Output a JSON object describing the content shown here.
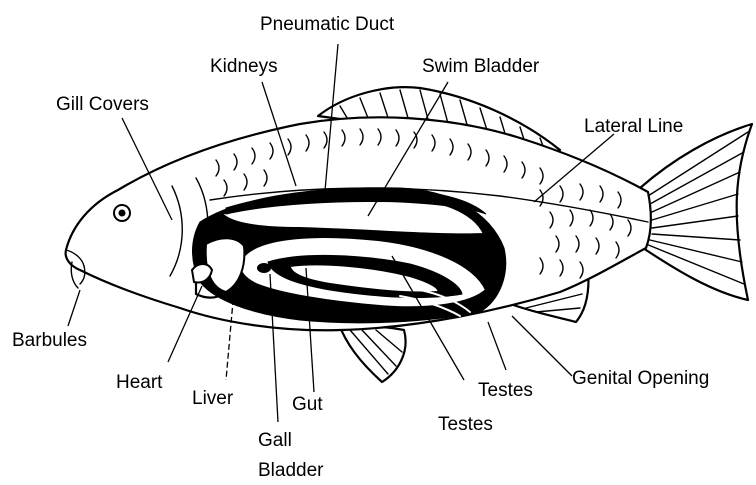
{
  "labels": {
    "pneumatic_duct": "Pneumatic Duct",
    "kidneys": "Kidneys",
    "swim_bladder": "Swim Bladder",
    "gill_covers": "Gill Covers",
    "lateral_line": "Lateral Line",
    "barbules": "Barbules",
    "heart": "Heart",
    "liver": "Liver",
    "gut": "Gut",
    "gall_bladder_line1": "Gall",
    "gall_bladder_line2": "Bladder",
    "testes_1": "Testes",
    "testes_2": "Testes",
    "genital_opening": "Genital Opening"
  },
  "colors": {
    "ink": "#000000",
    "background": "#ffffff"
  }
}
